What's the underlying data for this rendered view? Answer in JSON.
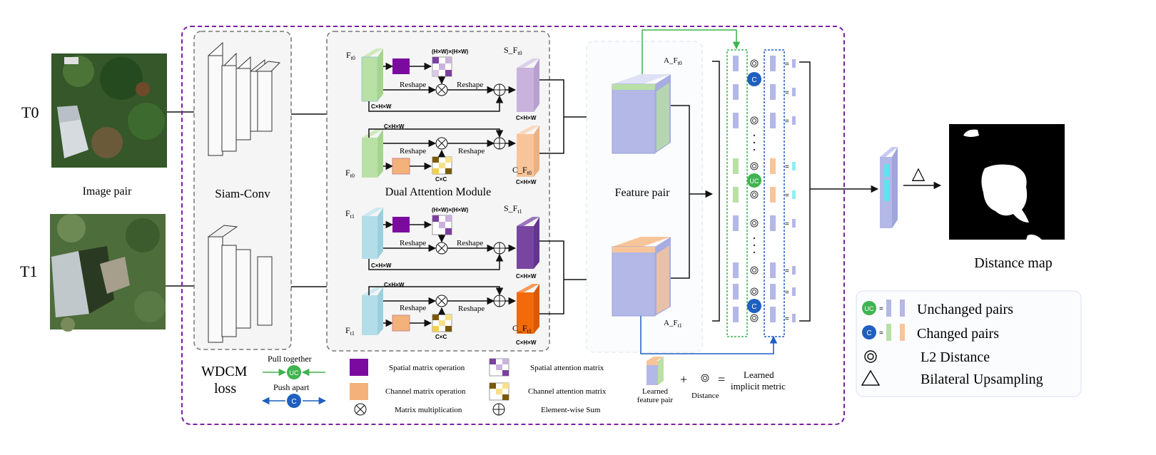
{
  "inputs": {
    "t0_label": "T0",
    "t1_label": "T1",
    "caption": "Image pair"
  },
  "siam": {
    "label": "Siam-Conv"
  },
  "dam": {
    "label": "Dual Attention Module",
    "f_t0": "F",
    "f_t0_sub": "t0",
    "f_t1": "F",
    "f_t1_sub": "t1",
    "s_f_t0": "S_F",
    "s_f_t0_sub": "t0",
    "c_f_t0": "C_F",
    "c_f_t0_sub": "t0",
    "s_f_t1": "S_F",
    "s_f_t1_sub": "t1",
    "c_f_t1": "C_F",
    "c_f_t1_sub": "t1",
    "reshape": "Reshape",
    "chw": "C×H×W",
    "hwhw": "(H×W)×(H×W)",
    "cc": "C×C"
  },
  "feature": {
    "label": "Feature pair",
    "a_f_t0": "A_F",
    "a_f_t0_sub": "t0",
    "a_f_t1": "A_F",
    "a_f_t1_sub": "t1"
  },
  "output": {
    "caption": "Distance map",
    "triangle": "△"
  },
  "legend_box": {
    "uc_badge": "UC",
    "c_badge": "C",
    "unchanged": "Unchanged pairs",
    "changed": "Changed pairs",
    "l2": "L2 Distance",
    "bilateral": "Bilateral Upsampling"
  },
  "bottom_legend": {
    "wdcm_line1": "WDCM",
    "wdcm_line2": "loss",
    "pull": "Pull together",
    "push": "Push apart",
    "spatial_op": "Spatial matrix operation",
    "channel_op": "Channel matrix operation",
    "mat_mul": "Matrix multiplication",
    "spatial_att": "Spatial attention matrix",
    "channel_att": "Channel attention matrix",
    "elem_sum": "Element-wise Sum",
    "learned_pair_1": "Learned",
    "learned_pair_2": "feature pair",
    "plus": "+",
    "distance": "Distance",
    "equals": "=",
    "metric_1": "Learned",
    "metric_2": "implicit metric"
  },
  "colors": {
    "green": "#b9e0a5",
    "blue": "#b3dde8",
    "purple": "#7b0a9e",
    "orange": "#f2b27a",
    "lavender": "#c9b3dc",
    "peach": "#f8c59a",
    "dark_purple": "#7846a0",
    "dark_orange": "#f26a0a",
    "periwinkle": "#b3b8e6",
    "uc_green": "#3fb34f",
    "c_blue": "#1f5fbf"
  }
}
